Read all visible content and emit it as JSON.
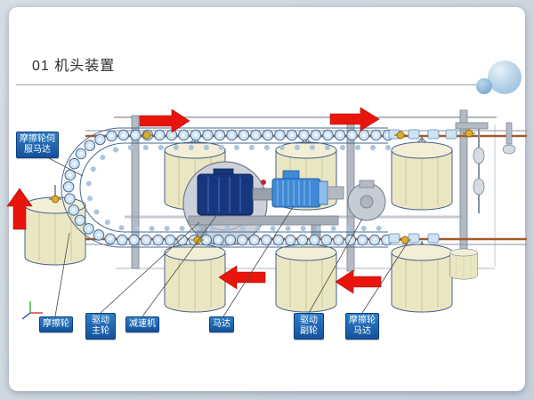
{
  "slide": {
    "title": "01 机头装置",
    "background": "#ffffff",
    "canvas_background": "#cdd5de"
  },
  "decor": {
    "circle_large_color": "#aecde4",
    "circle_small_color": "#7fb0d6"
  },
  "diagram": {
    "subject": "机头装置 technical assembly drawing",
    "part_labels": {
      "friction_wheel_servo_motor": "摩擦轮伺服马达",
      "friction_wheel": "摩擦轮",
      "drive_main_wheel": "驱动主轮",
      "reducer": "减速机",
      "motor": "马达",
      "drive_aux_wheel": "驱动副轮",
      "friction_wheel_motor": "摩擦轮马达"
    },
    "flow_arrows": [
      {
        "position": "top-left",
        "direction": "right"
      },
      {
        "position": "top-right",
        "direction": "right"
      },
      {
        "position": "left",
        "direction": "up"
      },
      {
        "position": "bottom-middle",
        "direction": "left"
      },
      {
        "position": "bottom-right",
        "direction": "left"
      }
    ],
    "colors": {
      "label_background": "#14529c",
      "label_text": "#ffffff",
      "arrow_red": "#e8150c",
      "drum_fill": "#ebe6c2",
      "rail_brown": "#a05a2c",
      "roller_blue": "#cfe3f3",
      "gearbox_blue": "#17367c",
      "motor_blue": "#4089d6"
    }
  }
}
